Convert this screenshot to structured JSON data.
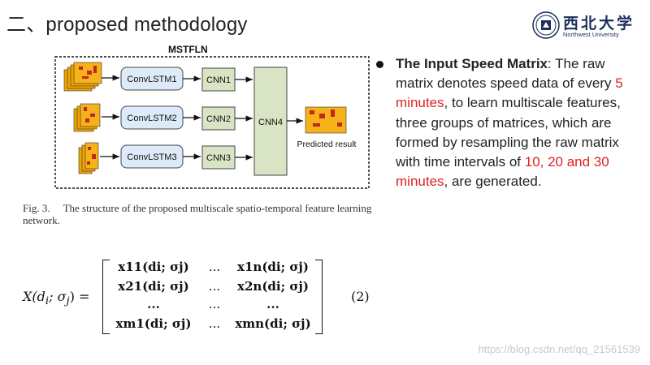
{
  "slide": {
    "title": "二、proposed methodology"
  },
  "logo": {
    "cn": "西北大学",
    "en": "Northwest University"
  },
  "diagram": {
    "title": "MSTFLN",
    "convlstm": [
      "ConvLSTM1",
      "ConvLSTM2",
      "ConvLSTM3"
    ],
    "cnn": [
      "CNN1",
      "CNN2",
      "CNN3"
    ],
    "cnn4": "CNN4",
    "output": "Predicted result",
    "colors": {
      "convlstm_fill": "#dcebf7",
      "cnn_fill": "#d9e4c5",
      "heat_bg": "#f0a500",
      "heat_spot": "#c0281b"
    }
  },
  "figure": {
    "label": "Fig. 3.",
    "caption": "The structure of the proposed multiscale spatio-temporal feature learning network."
  },
  "bullet": {
    "heading": "The Input Speed Matrix",
    "t1": ": The raw matrix denotes speed data of every ",
    "r1": "5 minutes",
    "t2": ", to learn multiscale features, three groups of matrices, which are formed by resampling the raw matrix with time intervals of ",
    "r2": "10, 20 and 30 minutes",
    "t3": ", are generated."
  },
  "equation": {
    "lhs": "X(d",
    "lhs_sub": "i",
    "lhs_rest": "; σ",
    "lhs_sub2": "j",
    "lhs_end": ") =",
    "number": "(2)",
    "rows": [
      [
        "x11(di; σj)",
        "...",
        "x1n(di; σj)"
      ],
      [
        "x21(di; σj)",
        "...",
        "x2n(di; σj)"
      ],
      [
        "...",
        "...",
        "..."
      ],
      [
        "xm1(di; σj)",
        "...",
        "xmn(di; σj)"
      ]
    ]
  },
  "watermark": "https://blog.csdn.net/qq_21561539"
}
